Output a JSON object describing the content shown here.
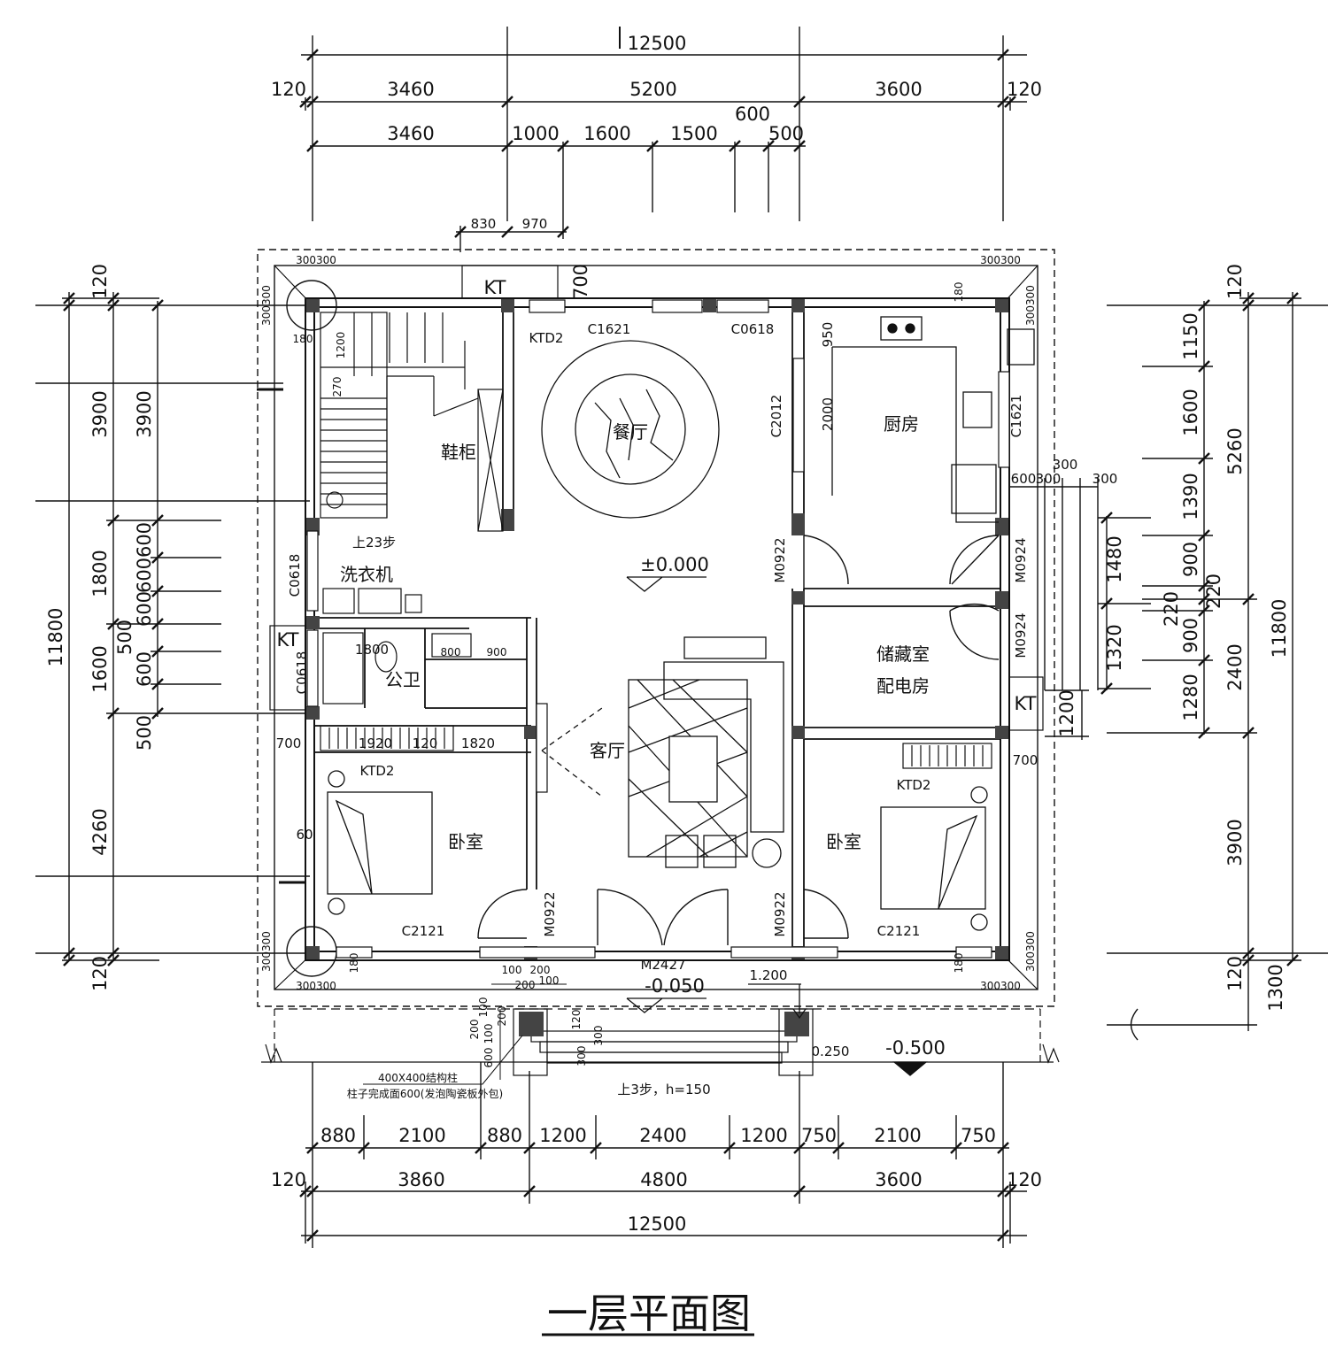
{
  "title": "一层平面图",
  "rooms": {
    "dining": "餐厅",
    "kitchen": "厨房",
    "shoe_cabinet": "鞋柜",
    "washer": "洗衣机",
    "toilet": "公卫",
    "living": "客厅",
    "storage": "储藏室",
    "power_room": "配电房",
    "bedroom_left": "卧室",
    "bedroom_right": "卧室",
    "stair_note": "上23步"
  },
  "levels": {
    "main": "±0.000",
    "entry": "-0.050",
    "porch_step": "1.200",
    "porch": "0.250",
    "outside": "-0.500"
  },
  "openings": {
    "c1621_top": "C1621",
    "c0618_top": "C0618",
    "c2012": "C2012",
    "c1621_right": "C1621",
    "c0618_left1": "C0618",
    "c0618_left2": "C0618",
    "m0922_a": "M0922",
    "m0922_b": "M0922",
    "m0922_c": "M0922",
    "m0924_a": "M0924",
    "m0924_b": "M0924",
    "m2427": "M2427",
    "c2121_left": "C2121",
    "c2121_right": "C2121",
    "ktd2_a": "KTD2",
    "ktd2_b": "KTD2",
    "ktd2_c": "KTD2",
    "kt_top": "KT",
    "kt_left": "KT",
    "kt_right": "KT"
  },
  "notes": {
    "column": "400X400结构柱",
    "column_finish": "柱子完成面600(发泡陶瓷板外包)",
    "steps": "上3步，h=150"
  },
  "dims_top": {
    "total": "12500",
    "row2": [
      "120",
      "3460",
      "5200",
      "3600",
      "120"
    ],
    "row3": [
      "3460",
      "1000",
      "1600",
      "1500",
      "600",
      "500"
    ],
    "row4": [
      "830",
      "970"
    ]
  },
  "dims_bottom": {
    "row1": [
      "880",
      "2100",
      "880",
      "1200",
      "2400",
      "1200",
      "750",
      "2100",
      "750"
    ],
    "row2": [
      "120",
      "3860",
      "4800",
      "3600",
      "120"
    ],
    "total": "12500"
  },
  "dims_left": {
    "outer_total": "11800",
    "outer": [
      "120",
      "3900",
      "1800",
      "1600",
      "4260",
      "120"
    ],
    "inner": [
      "3900",
      "600",
      "600",
      "600",
      "500",
      "600",
      "500"
    ]
  },
  "dims_right": {
    "outer_total": "11800",
    "outer": [
      "120",
      "5260",
      "2400",
      "3900",
      "120",
      "1300"
    ],
    "inner": [
      "1150",
      "1600",
      "1390",
      "900",
      "220",
      "900",
      "1280"
    ],
    "small": [
      "1480",
      "1320",
      "220",
      "1200",
      "600",
      "300",
      "300",
      "300"
    ]
  },
  "dims_misc": {
    "corner": "300300",
    "d700_top": "700",
    "d950": "950",
    "d2000": "2000",
    "d1200": "1200",
    "d270": "270",
    "d180": "180",
    "d1800": "1800",
    "d800": "800",
    "d900": "900",
    "d700_left": "700",
    "d1920": "1920",
    "d120": "120",
    "d1820": "1820",
    "d700_right": "700",
    "d60": "60",
    "d100": "100",
    "d200": "200",
    "d300": "300",
    "d600": "600"
  }
}
